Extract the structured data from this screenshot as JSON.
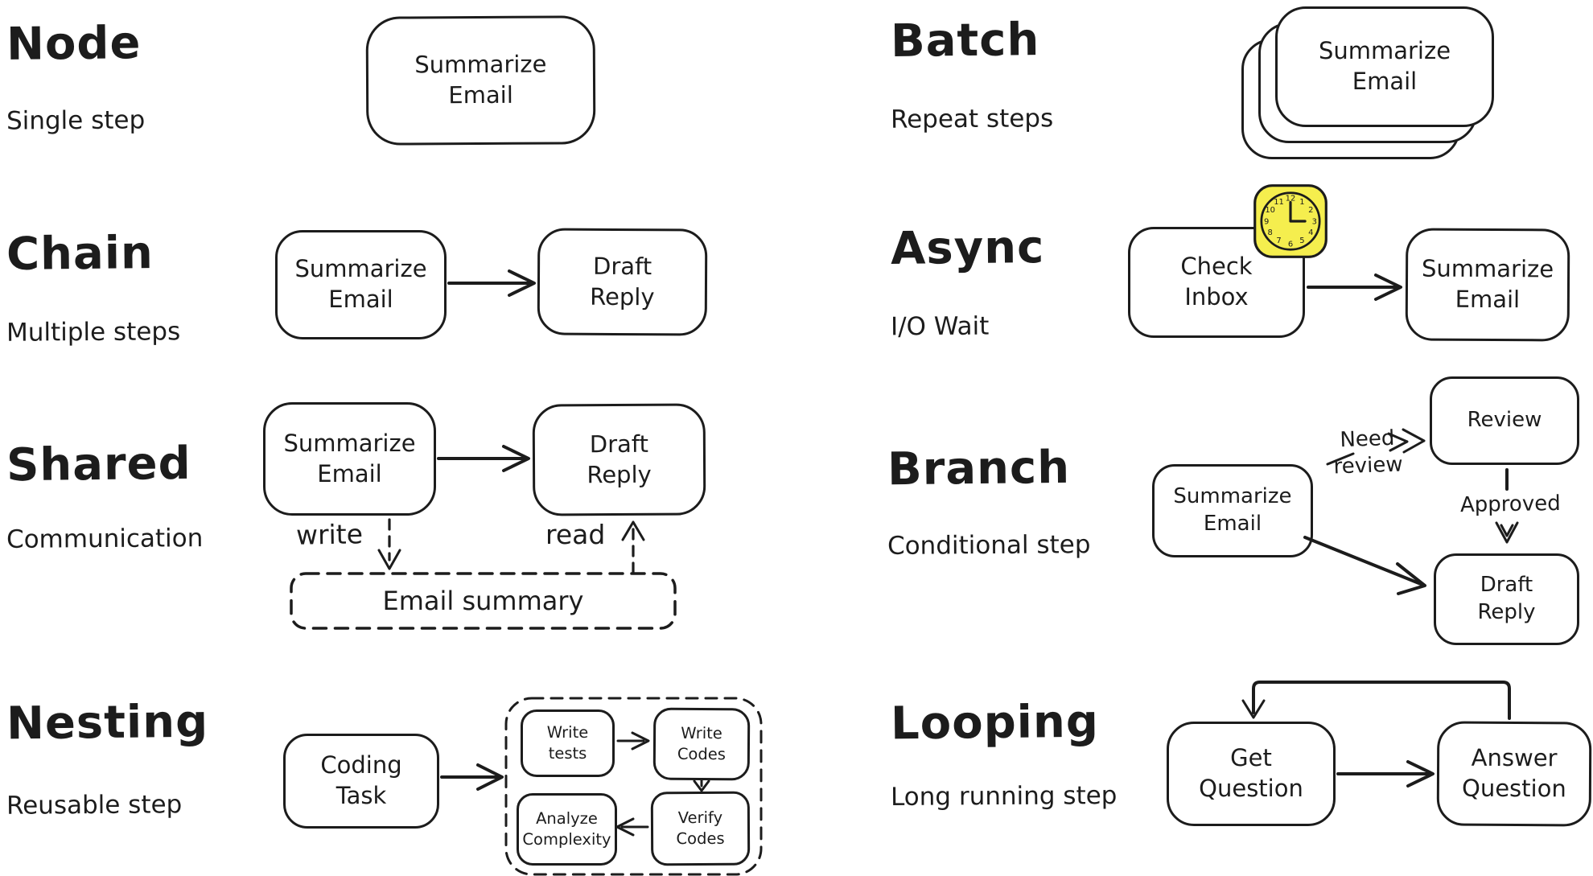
{
  "colors": {
    "ink": "#1c1c1c",
    "paper": "#ffffff",
    "sticky_yellow": "#f5ee4e"
  },
  "sections": {
    "node": {
      "title": "Node",
      "subtitle": "Single step",
      "box": "Summarize Email"
    },
    "chain": {
      "title": "Chain",
      "subtitle": "Multiple steps",
      "box1": "Summarize Email",
      "box2": "Draft Reply"
    },
    "shared": {
      "title": "Shared",
      "subtitle": "Communication",
      "box1": "Summarize Email",
      "box2": "Draft Reply",
      "write_label": "write",
      "read_label": "read",
      "store": "Email summary"
    },
    "nesting": {
      "title": "Nesting",
      "subtitle": "Reusable step",
      "box": "Coding Task",
      "inner1": "Write tests",
      "inner2": "Write Codes",
      "inner3": "Analyze Complexity",
      "inner4": "Verify Codes"
    },
    "batch": {
      "title": "Batch",
      "subtitle": "Repeat steps",
      "box": "Summarize Email"
    },
    "async": {
      "title": "Async",
      "subtitle": "I/O Wait",
      "box1": "Check Inbox",
      "box2": "Summarize Email",
      "clock_numbers": [
        "12",
        "1",
        "2",
        "3",
        "4",
        "5",
        "6",
        "7",
        "8",
        "9",
        "10",
        "11"
      ]
    },
    "branch": {
      "title": "Branch",
      "subtitle": "Conditional step",
      "box": "Summarize Email",
      "box_review": "Review",
      "box_draft": "Draft Reply",
      "label_need": "Need review",
      "label_approved": "Approved"
    },
    "looping": {
      "title": "Looping",
      "subtitle": "Long running step",
      "box1": "Get Question",
      "box2": "Answer Question"
    }
  }
}
